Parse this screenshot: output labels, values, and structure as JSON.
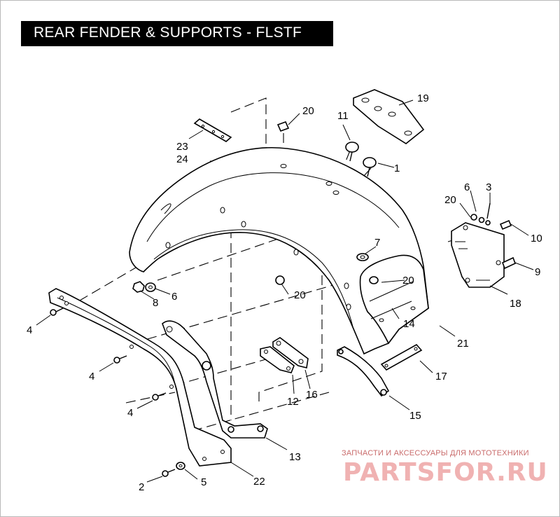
{
  "title": "REAR FENDER & SUPPORTS - FLSTF",
  "callouts": [
    "20",
    "11",
    "19",
    "23",
    "24",
    "1",
    "6",
    "3",
    "20",
    "10",
    "7",
    "20",
    "9",
    "18",
    "6",
    "8",
    "20",
    "14",
    "4",
    "21",
    "4",
    "17",
    "4",
    "12",
    "16",
    "15",
    "13",
    "2",
    "5",
    "22"
  ],
  "watermark": {
    "tagline": "ЗАПЧАСТИ И АКСЕССУАРЫ ДЛЯ МОТОТЕХНИКИ",
    "logo": "PARTSFOR.RU"
  }
}
